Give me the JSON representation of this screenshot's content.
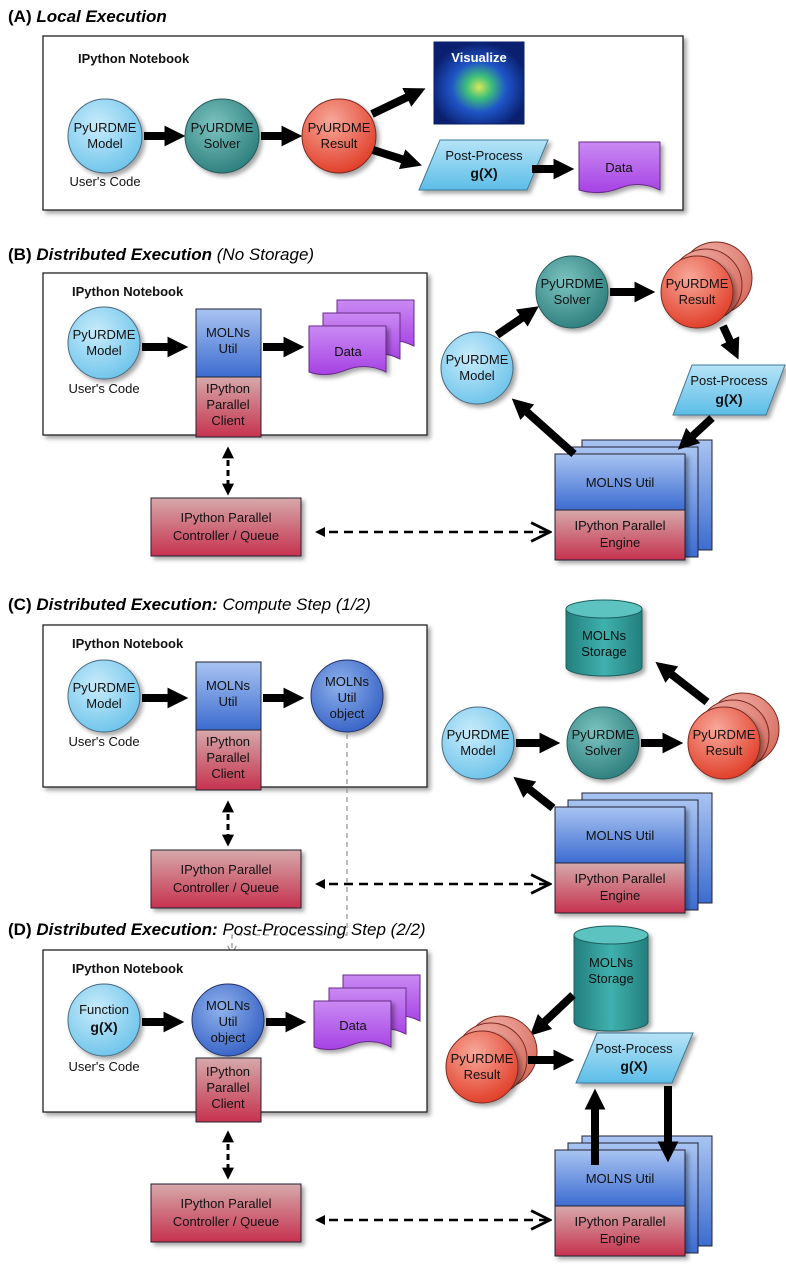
{
  "sections": {
    "a": {
      "letter": "(A)",
      "title": "Local Execution",
      "subtitle": ""
    },
    "b": {
      "letter": "(B)",
      "title": "Distributed Execution",
      "subtitle": "(No Storage)"
    },
    "c": {
      "letter": "(C)",
      "title": "Distributed Execution:",
      "subtitle": "Compute Step (1/2)"
    },
    "d": {
      "letter": "(D)",
      "title": "Distributed Execution:",
      "subtitle": "Post-Processing Step (2/2)"
    }
  },
  "labels": {
    "notebook": "IPython Notebook",
    "users_code": "User's Code",
    "pyurdme": "PyURDME",
    "model": "Model",
    "solver": "Solver",
    "result": "Result",
    "visualize": "Visualize",
    "post_process": "Post-Process",
    "gx": "g(X)",
    "data": "Data",
    "molns": "MOLNs",
    "util": "Util",
    "object": "object",
    "ipython": "IPython",
    "parallel": "Parallel",
    "client": "Client",
    "controller_line1": "IPython Parallel",
    "controller_line2": "Controller / Queue",
    "molns_util_caps": "MOLNS Util",
    "engine_line1": "IPython Parallel",
    "engine_line2": "Engine",
    "storage": "Storage",
    "function": "Function"
  },
  "colors": {
    "model_blue": "#8fd3f2",
    "solver_teal": "#3a8f8f",
    "result_red": "#e8553f",
    "data_purple": "#b45ae8",
    "post_process_blue": "#86cdec",
    "molns_util_blue": "#3f6fd0",
    "ipython_pink": "#c9606d",
    "storage_teal": "#2f9a98"
  }
}
